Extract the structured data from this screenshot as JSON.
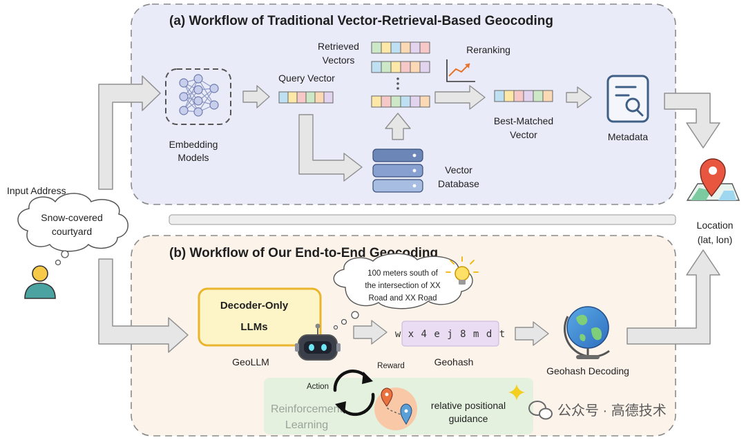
{
  "panel_a": {
    "title": "(a) Workflow of Traditional Vector-Retrieval-Based Geocoding",
    "embedding_models": [
      "Embedding",
      "Models"
    ],
    "query_vector": "Query Vector",
    "retrieved_vectors": [
      "Retrieved",
      "Vectors"
    ],
    "reranking": "Reranking",
    "best_matched_vector": [
      "Best-Matched",
      "Vector"
    ],
    "metadata": "Metadata",
    "vector_database": [
      "Vector",
      "Database"
    ]
  },
  "panel_b": {
    "title": "(b) Workflow of Our End-to-End Geocoding",
    "decoder_only": [
      "Decoder-Only",
      "LLMs"
    ],
    "geollm": "GeoLLM",
    "thought_bubble": [
      "100 meters south of",
      "the intersection of XX",
      "Road and XX Road"
    ],
    "geohash_value": "w x 4 e j 8 m d t",
    "geohash": "Geohash",
    "geohash_decoding": "Geohash Decoding",
    "reward": "Reward",
    "action": "Action",
    "reinforcement_learning": [
      "Reinforcement",
      "Learning"
    ],
    "relative_guidance": [
      "relative positional",
      "guidance"
    ]
  },
  "input": {
    "label": "Input Address",
    "cloud_text": [
      "Snow-covered",
      "courtyard"
    ]
  },
  "output": {
    "label": [
      "Location",
      "(lat, lon)"
    ]
  },
  "watermark": "公众号 · 高德技术",
  "colors": {
    "panel_a_fill": "#e9ecf8",
    "panel_b_fill": "#fcf3ea",
    "arrow_fill": "#e6e6e6",
    "llm_box_fill": "#fdf4c8",
    "llm_box_stroke": "#e9b52c",
    "geohash_fill": "#eadcf2",
    "rl_fill": "#e4f1df",
    "pin_red": "#e8563f"
  },
  "icons": [
    "neural-network-icon",
    "database-icon",
    "document-search-icon",
    "map-pin-icon",
    "user-icon",
    "robot-icon",
    "globe-icon",
    "lightbulb-icon",
    "sparkle-icon",
    "cycle-arrows-icon",
    "chart-trend-icon"
  ]
}
